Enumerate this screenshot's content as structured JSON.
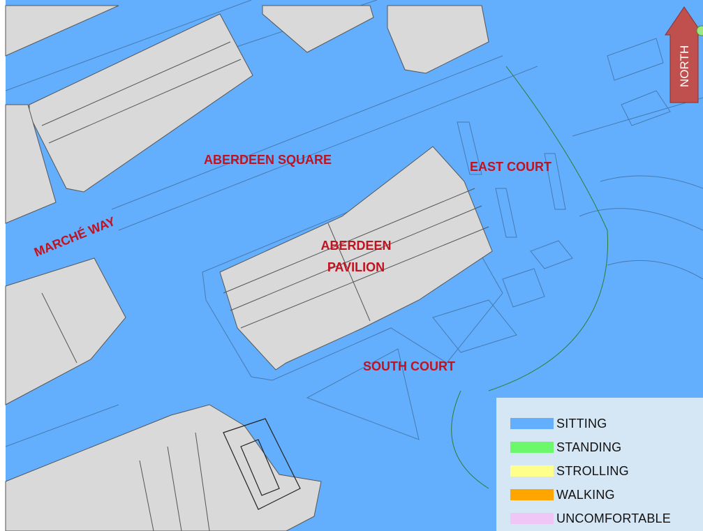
{
  "map": {
    "labels": {
      "aberdeen_square": "ABERDEEN SQUARE",
      "east_court": "EAST COURT",
      "marche_way": "MARCHÉ WAY",
      "pavilion_line1": "ABERDEEN",
      "pavilion_line2": "PAVILION",
      "south_court": "SOUTH COURT"
    },
    "north_arrow": {
      "label": "NORTH",
      "color": "#c0504d"
    },
    "colors": {
      "ground": "#63aefd",
      "building": "#d9d9d9",
      "label": "#c1121f"
    }
  },
  "legend": {
    "items": [
      {
        "label": "SITTING",
        "color": "#63aefd"
      },
      {
        "label": "STANDING",
        "color": "#6cf76c"
      },
      {
        "label": "STROLLING",
        "color": "#ffff8c"
      },
      {
        "label": "WALKING",
        "color": "#ffa500"
      },
      {
        "label": "UNCOMFORTABLE",
        "color": "#efc6f5"
      }
    ],
    "background": "#d5e6f5"
  }
}
